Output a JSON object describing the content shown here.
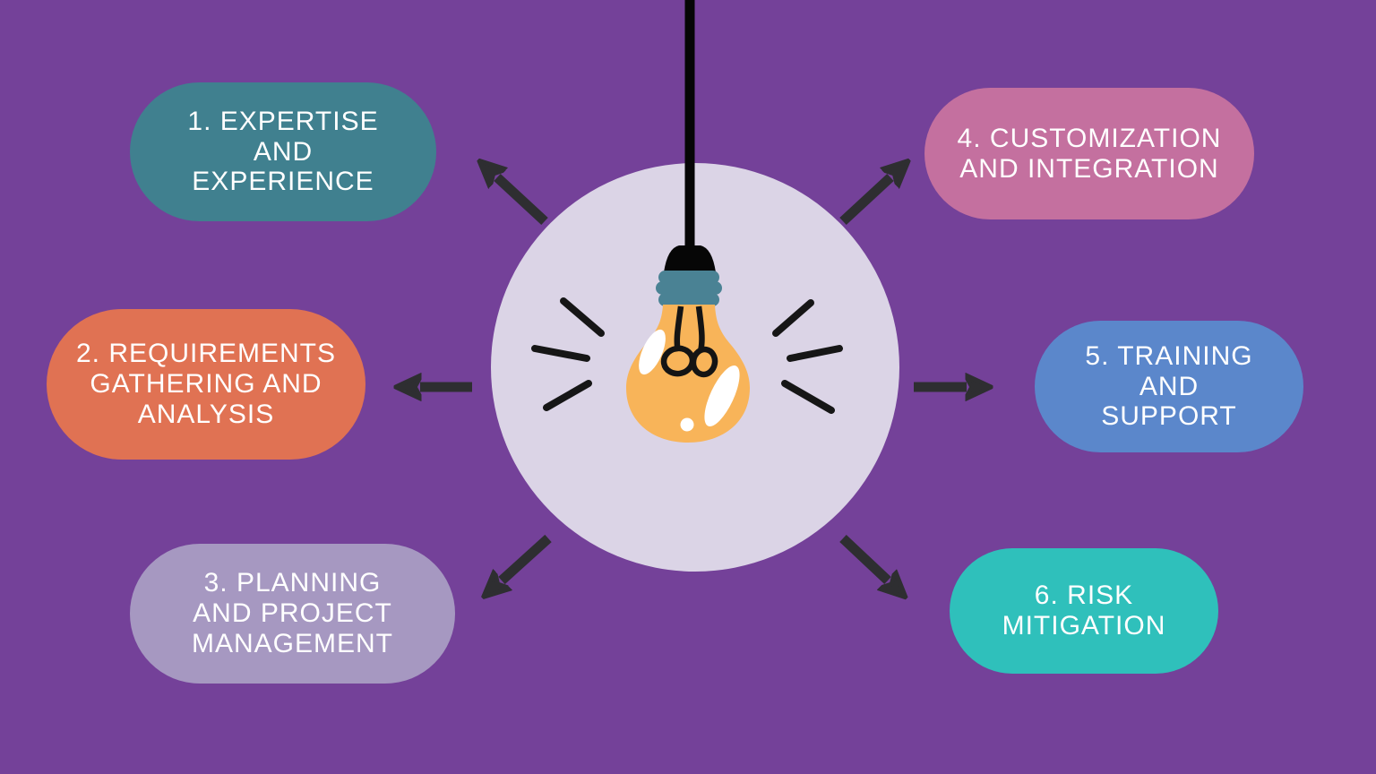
{
  "background_color": "#744199",
  "text_color": "#ffffff",
  "arrow_color": "#2e2e31",
  "center": {
    "icon": "hanging-lightbulb-icon",
    "circle_color": "#dbd4e6",
    "cord_color": "#060606",
    "socket_color": "#4a8294",
    "bulb_color": "#f8b459",
    "filament_color": "#141414",
    "ray_color": "#161616",
    "highlight_color": "#ffffff"
  },
  "arrows": [
    {
      "direction": "up-left"
    },
    {
      "direction": "left"
    },
    {
      "direction": "down-left"
    },
    {
      "direction": "up-right"
    },
    {
      "direction": "right"
    },
    {
      "direction": "down-right"
    }
  ],
  "pills": [
    {
      "number": "1",
      "label": "1. EXPERTISE\nAND\nEXPERIENCE",
      "color": "#40808f"
    },
    {
      "number": "2",
      "label": "2. REQUIREMENTS\nGATHERING AND\nANALYSIS",
      "color": "#e07253"
    },
    {
      "number": "3",
      "label": "3. PLANNING\nAND PROJECT\nMANAGEMENT",
      "color": "#a698c1"
    },
    {
      "number": "4",
      "label": "4. CUSTOMIZATION\nAND INTEGRATION",
      "color": "#c4709f"
    },
    {
      "number": "5",
      "label": "5. TRAINING\nAND\nSUPPORT",
      "color": "#5b87cb"
    },
    {
      "number": "6",
      "label": "6. RISK\nMITIGATION",
      "color": "#2fc0bb"
    }
  ]
}
